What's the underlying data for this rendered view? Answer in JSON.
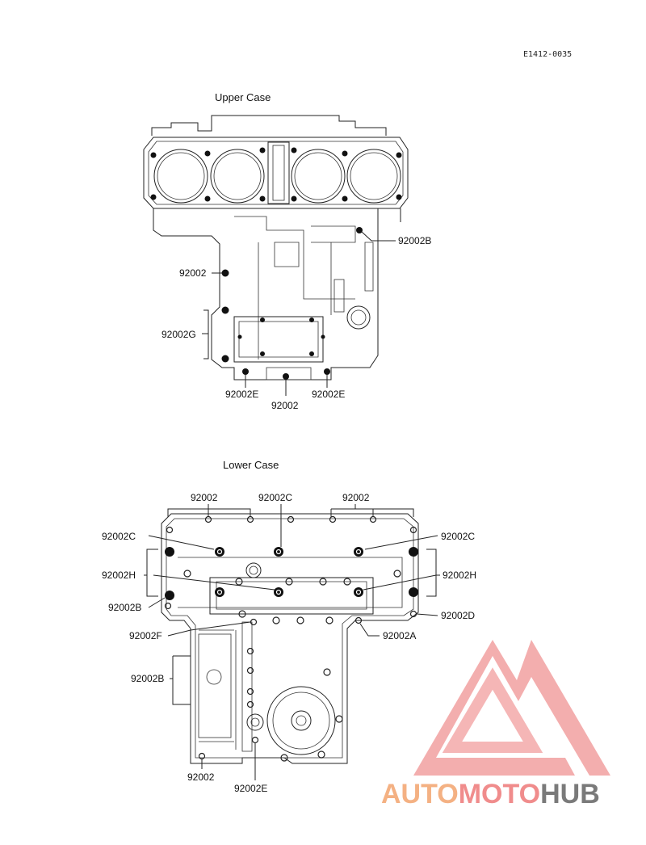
{
  "drawing_code": "E1412-0035",
  "upper_case": {
    "title": "Upper Case",
    "labels": {
      "b": "92002B",
      "plain_left": "92002",
      "g": "92002G",
      "e_left": "92002E",
      "plain_bottom": "92002",
      "e_right": "92002E"
    }
  },
  "lower_case": {
    "title": "Lower Case",
    "labels": {
      "top_left": "92002",
      "top_mid": "92002C",
      "top_right": "92002",
      "c_left": "92002C",
      "c_right": "92002C",
      "h_left": "92002H",
      "h_right": "92002H",
      "b_left": "92002B",
      "d_right": "92002D",
      "f": "92002F",
      "a": "92002A",
      "b_side": "92002B",
      "bottom_left": "92002",
      "e_bottom": "92002E"
    }
  },
  "watermark": {
    "part1": "AUTO",
    "part2": "MOTO",
    "part3": "HUB",
    "colors": {
      "auto": "#f4b183",
      "moto": "#f08c8c",
      "hub": "#7a7a7a",
      "logo": "#f2a0a0"
    }
  }
}
